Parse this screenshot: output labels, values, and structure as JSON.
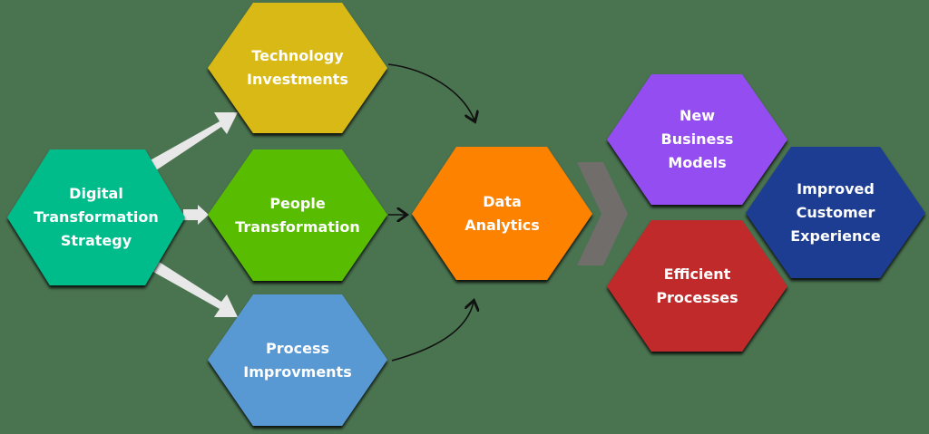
{
  "background": "#4a7350",
  "nodes": {
    "digital": {
      "lines": [
        "Digital",
        "Transformation",
        "Strategy"
      ],
      "color": "#04bc8b"
    },
    "technology": {
      "lines": [
        "Technology",
        "Investments"
      ],
      "color": "#d8b914"
    },
    "people": {
      "lines": [
        "People",
        "Transformation"
      ],
      "color": "#58bd04"
    },
    "process": {
      "lines": [
        "Process",
        "Improvments"
      ],
      "color": "#5899d4"
    },
    "data": {
      "lines": [
        "Data",
        "Analytics"
      ],
      "color": "#fd8200"
    },
    "business": {
      "lines": [
        "New",
        "Business",
        "Models"
      ],
      "color": "#944df0"
    },
    "customer": {
      "lines": [
        "Improved",
        "Customer",
        "Experience"
      ],
      "color": "#1e3e92"
    },
    "efficient": {
      "lines": [
        "Efficient",
        "Processes"
      ],
      "color": "#c02a2a"
    }
  },
  "connectors": {
    "thick_arrow_color": "#e8e8e8",
    "chevron_color": "#716d6b",
    "thin_arrow_color": "#111111"
  }
}
